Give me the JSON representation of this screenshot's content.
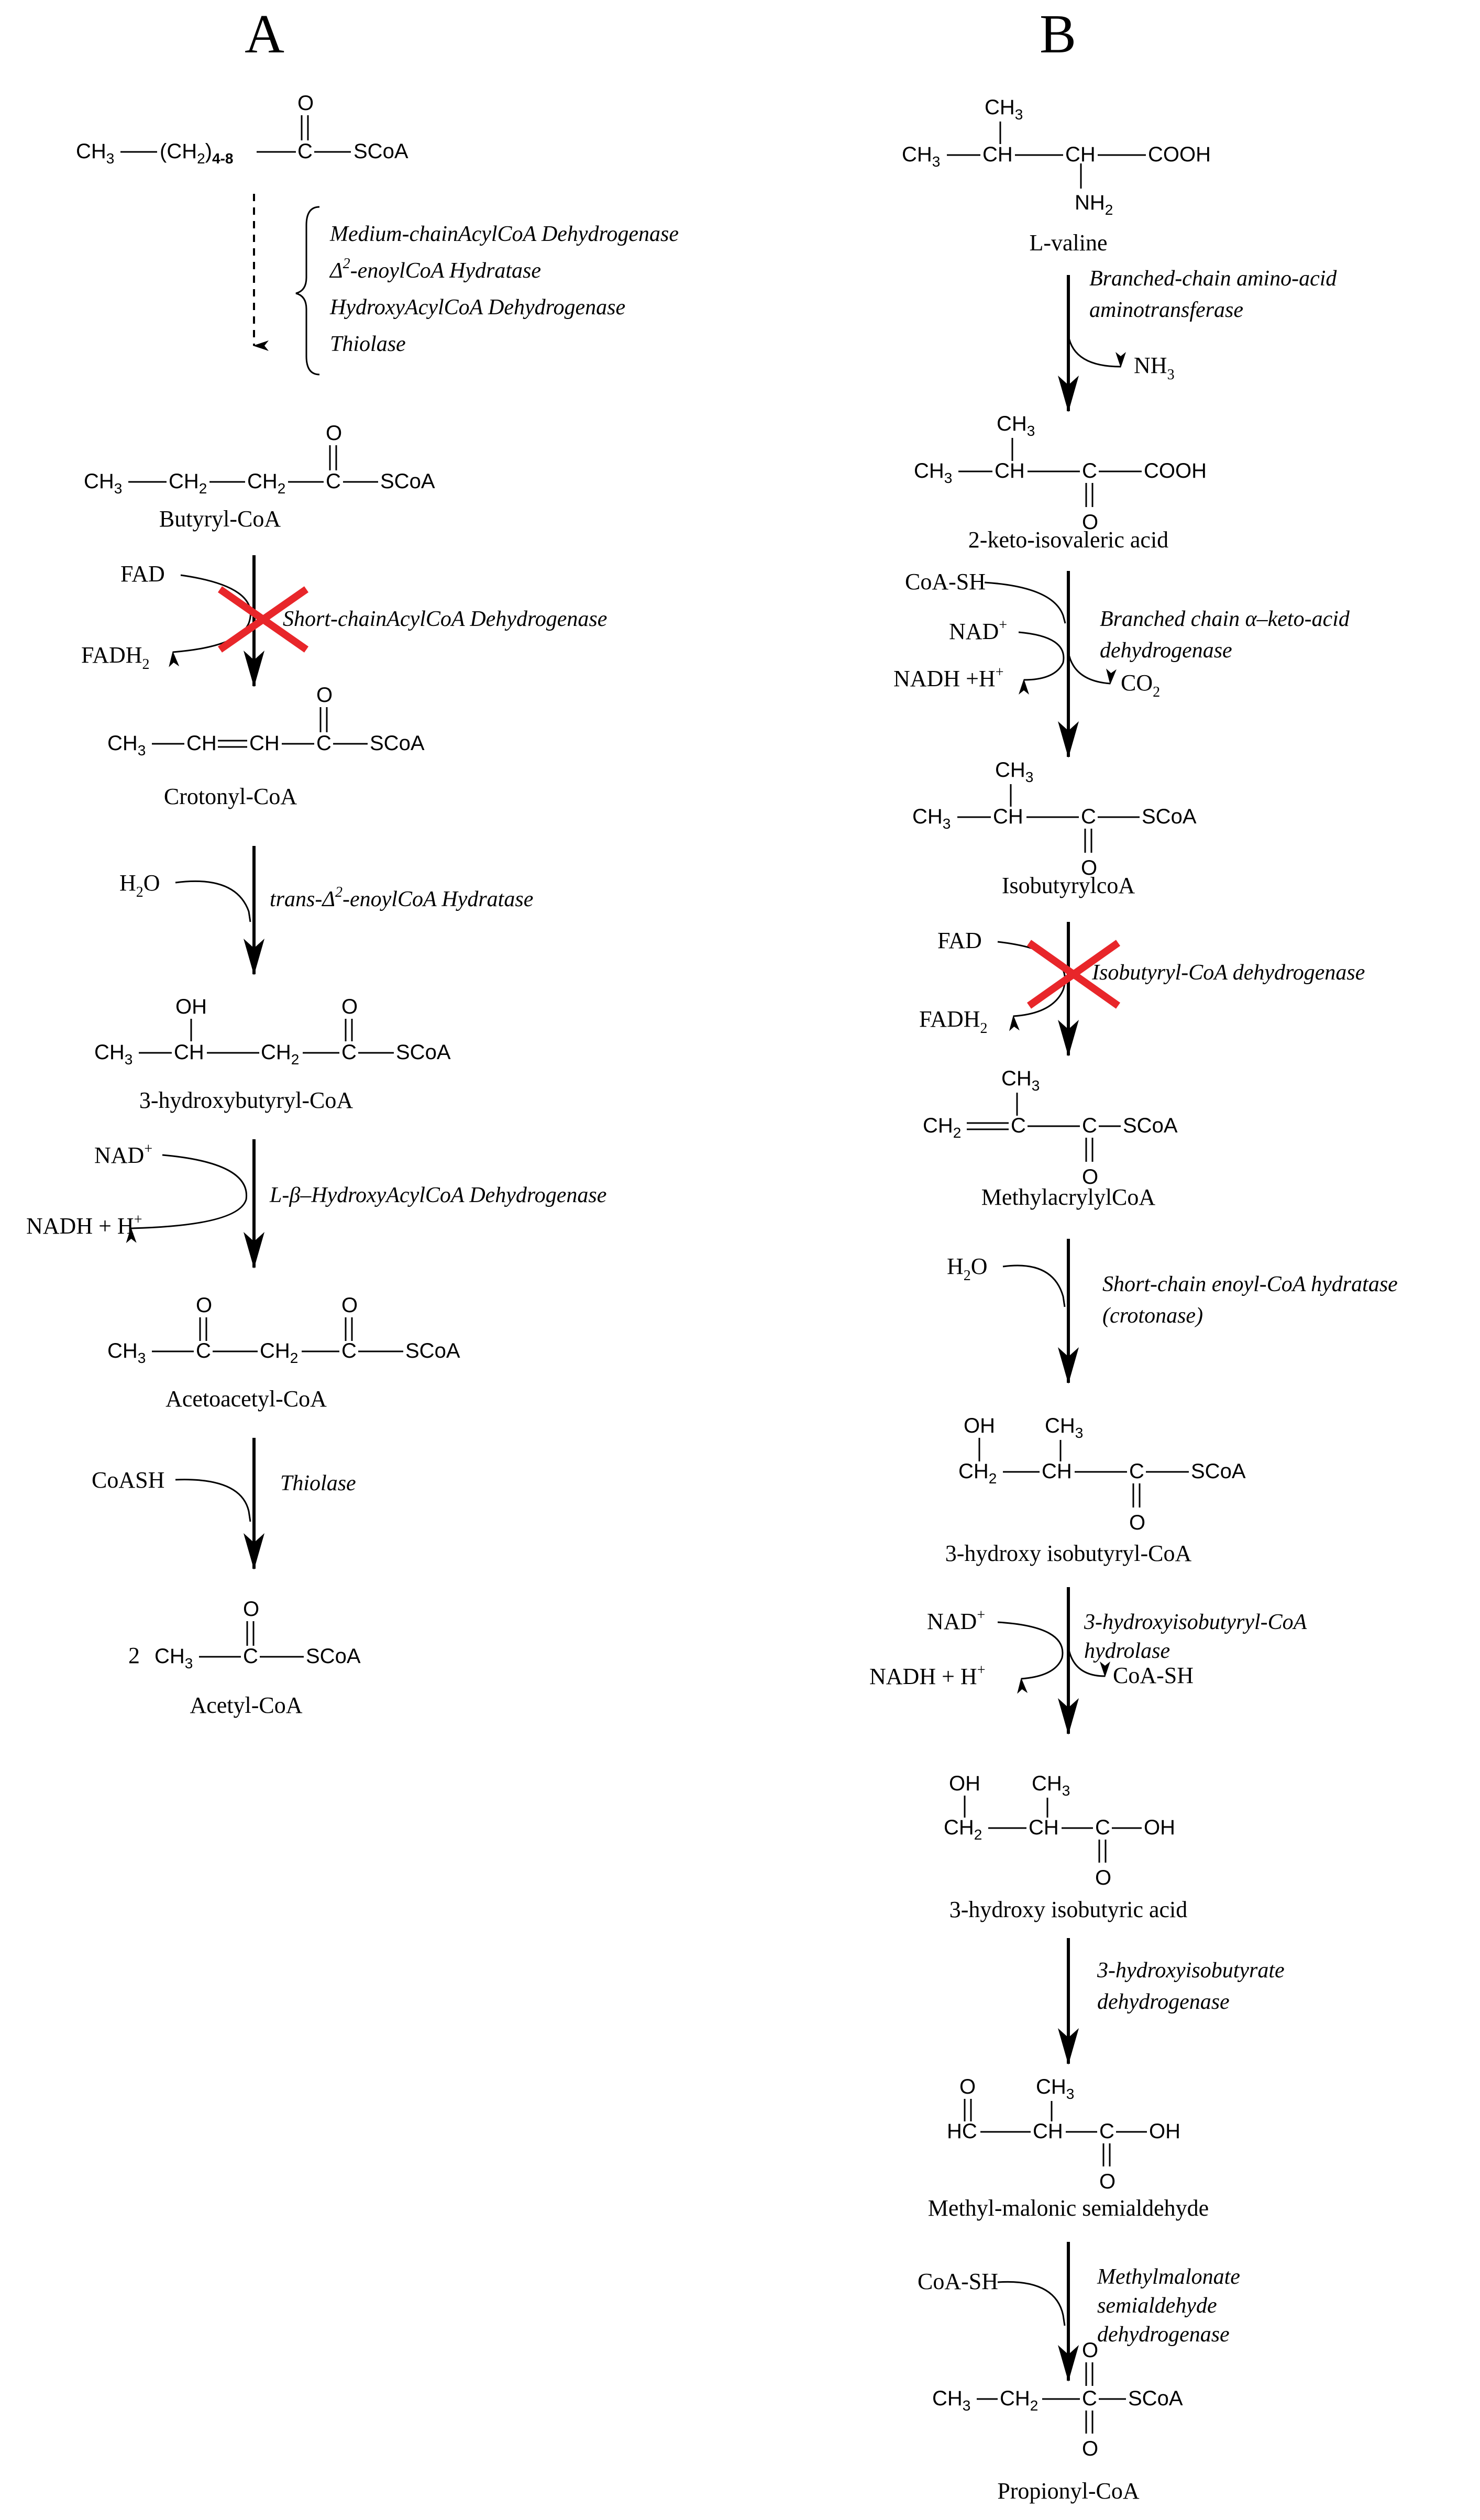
{
  "panels": {
    "a": "A",
    "b": "B"
  },
  "colors": {
    "block_mark": "#e8262a",
    "ink": "#000000"
  },
  "a": {
    "s0": {
      "f1": "CH",
      "f1s": "3",
      "f2": "(CH",
      "f2s": "2",
      "f3": ")",
      "f3s": "4-8",
      "o": "O",
      "c": "C",
      "scoa": "SCoA"
    },
    "e0": [
      "Medium-chainAcylCoA Dehydrogenase",
      "enoylCoA Hydratase",
      "HydroxyAcylCoA Dehydrogenase",
      "Thiolase"
    ],
    "e0_delta": "Δ",
    "e0_sup": "2",
    "e0_dash": "-",
    "s1": {
      "a": "CH",
      "as": "3",
      "b": "CH",
      "bs": "2",
      "c2": "CH",
      "cs": "2",
      "o": "O",
      "c": "C",
      "scoa": "SCoA",
      "name": "Butyryl-CoA"
    },
    "st1": {
      "fad": "FAD",
      "fadh": "FADH",
      "fadh_sub": "2",
      "enzyme": "Short-chainAcylCoA Dehydrogenase"
    },
    "s2": {
      "a": "CH",
      "as": "3",
      "b": "CH",
      "c2": "CH",
      "o": "O",
      "c": "C",
      "scoa": "SCoA",
      "name": "Crotonyl-CoA"
    },
    "st2": {
      "h2o": "H",
      "h2o_sub": "2",
      "h2o_o": "O",
      "enzyme_pre": "trans-",
      "enzyme_d": "Δ",
      "enzyme_sup": "2",
      "enzyme_post": "-enoylCoA Hydratase"
    },
    "s3": {
      "oh": "OH",
      "a": "CH",
      "as": "3",
      "b": "CH",
      "c2": "CH",
      "cs": "2",
      "o": "O",
      "c": "C",
      "scoa": "SCoA",
      "name": "3-hydroxybutyryl-CoA"
    },
    "st3": {
      "nad": "NAD",
      "nad_sup": "+",
      "nadh": "NADH + H",
      "nadh_sup": "+",
      "enzyme": "L-β–HydroxyAcylCoA Dehydrogenase"
    },
    "s4": {
      "a": "CH",
      "as": "3",
      "c1": "C",
      "b": "CH",
      "bs": "2",
      "c": "C",
      "o": "O",
      "scoa": "SCoA",
      "name": "Acetoacetyl-CoA"
    },
    "st4": {
      "coash": "CoASH",
      "enzyme": "Thiolase"
    },
    "s5": {
      "coef": "2",
      "a": "CH",
      "as": "3",
      "c": "C",
      "o": "O",
      "scoa": "SCoA",
      "name": "Acetyl-CoA"
    }
  },
  "b": {
    "v0": {
      "ch3top": "CH",
      "ch3tops": "3",
      "a": "CH",
      "as": "3",
      "ch1": "CH",
      "ch2": "CH",
      "cooh": "COOH",
      "nh": "NH",
      "nhs": "2",
      "name": "L-valine"
    },
    "sb1": {
      "enzyme1": "Branched-chain amino-acid",
      "enzyme2": "aminotransferase",
      "nh3": "NH",
      "nh3_sub": "3"
    },
    "v1": {
      "ch3top": "CH",
      "ch3tops": "3",
      "a": "CH",
      "as": "3",
      "ch1": "CH",
      "c": "C",
      "o": "O",
      "cooh": "COOH",
      "name": "2-keto-isovaleric acid"
    },
    "sb2": {
      "coash": "CoA-SH",
      "nad": "NAD",
      "nad_sup": "+",
      "nadh": "NADH +H",
      "nadh_sup": "+",
      "co2": "CO",
      "co2_sub": "2",
      "enzyme1": "Branched chain α–keto-acid",
      "enzyme2": "dehydrogenase"
    },
    "v2": {
      "ch3top": "CH",
      "ch3tops": "3",
      "a": "CH",
      "as": "3",
      "ch1": "CH",
      "c": "C",
      "o": "O",
      "scoa": "SCoA",
      "name": "IsobutyrylcoA"
    },
    "sb3": {
      "fad": "FAD",
      "fadh": "FADH",
      "fadh_sub": "2",
      "enzyme": "Isobutyryl-CoA dehydrogenase"
    },
    "v3": {
      "ch3top": "CH",
      "ch3tops": "3",
      "a": "CH",
      "as": "2",
      "c1": "C",
      "c": "C",
      "o": "O",
      "scoa": "SCoA",
      "name": "MethylacrylylCoA"
    },
    "sb4": {
      "h2o": "H",
      "h2o_sub": "2",
      "h2o_o": "O",
      "enzyme1": "Short-chain enoyl-CoA hydratase",
      "enzyme2": "(crotonase)"
    },
    "v4": {
      "oh": "OH",
      "ch3top": "CH",
      "ch3tops": "3",
      "a": "CH",
      "as": "2",
      "ch1": "CH",
      "c": "C",
      "o": "O",
      "scoa": "SCoA",
      "name": "3-hydroxy isobutyryl-CoA"
    },
    "sb5": {
      "nad": "NAD",
      "nad_sup": "+",
      "nadh": "NADH + H",
      "nadh_sup": "+",
      "coash": "CoA-SH",
      "enzyme1": "3-hydroxyisobutyryl-CoA",
      "enzyme2": "hydrolase"
    },
    "v5": {
      "oh": "OH",
      "ch3top": "CH",
      "ch3tops": "3",
      "a": "CH",
      "as": "2",
      "ch1": "CH",
      "c": "C",
      "o": "O",
      "oh2": "OH",
      "name": "3-hydroxy isobutyric acid"
    },
    "sb6": {
      "enzyme1": "3-hydroxyisobutyrate",
      "enzyme2": "dehydrogenase"
    },
    "v6": {
      "otop": "O",
      "ch3top": "CH",
      "ch3tops": "3",
      "hc": "HC",
      "ch1": "CH",
      "c": "C",
      "o": "O",
      "oh2": "OH",
      "name": "Methyl-malonic semialdehyde"
    },
    "sb7": {
      "coash": "CoA-SH",
      "enzyme1": "Methylmalonate",
      "enzyme2": "semialdehyde",
      "enzyme3": "dehydrogenase"
    },
    "v7": {
      "a": "CH",
      "as": "3",
      "b": "CH",
      "bs": "2",
      "c": "C",
      "o1": "O",
      "o2": "O",
      "scoa": "SCoA",
      "name": "Propionyl-CoA"
    }
  }
}
